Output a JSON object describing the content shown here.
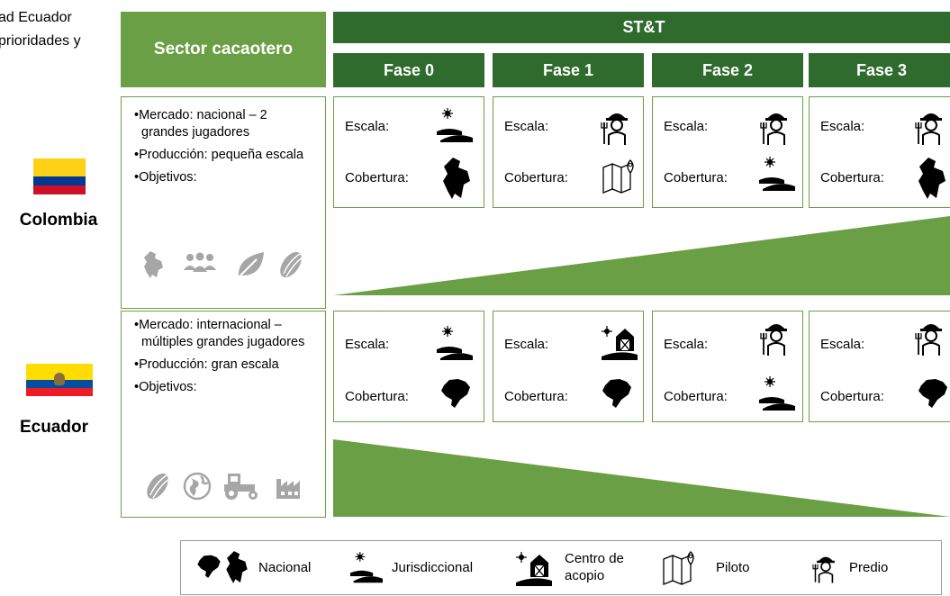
{
  "title_fragments": [
    "ad Ecuador",
    "prioridades y"
  ],
  "sector_header": "Sector cacaotero",
  "stt_header": "ST&T",
  "phases": [
    "Fase 0",
    "Fase 1",
    "Fase 2",
    "Fase 3"
  ],
  "row_labels": {
    "escala": "Escala:",
    "cobertura": "Cobertura:"
  },
  "countries": [
    {
      "name": "Colombia",
      "bullets": [
        "Mercado: nacional – 2 grandes jugadores",
        "Producción: pequeña escala",
        "Objetivos:"
      ],
      "objective_icons": [
        "colombia-map-icon",
        "people-group-icon",
        "leaf-icon",
        "cacao-pod-icon"
      ],
      "phases": [
        {
          "escala": "jurisdiccional-icon",
          "cobertura": "nacional-colombia-icon"
        },
        {
          "escala": "predio-icon",
          "cobertura": "piloto-icon"
        },
        {
          "escala": "predio-icon",
          "cobertura": "jurisdiccional-icon"
        },
        {
          "escala": "predio-icon",
          "cobertura": "nacional-colombia-icon"
        }
      ],
      "trend": "increasing",
      "flag_colors": [
        "#fcd116",
        "#003893",
        "#ce1126"
      ]
    },
    {
      "name": "Ecuador",
      "bullets": [
        "Mercado: internacional – múltiples grandes jugadores",
        "Producción: gran escala",
        "Objetivos:"
      ],
      "objective_icons": [
        "cacao-pod-icon",
        "globe-icon",
        "tractor-icon",
        "factory-icon"
      ],
      "phases": [
        {
          "escala": "jurisdiccional-icon",
          "cobertura": "nacional-ecuador-icon"
        },
        {
          "escala": "centro-acopio-icon",
          "cobertura": "nacional-ecuador-icon"
        },
        {
          "escala": "predio-icon",
          "cobertura": "jurisdiccional-icon"
        },
        {
          "escala": "predio-icon",
          "cobertura": "nacional-ecuador-icon"
        }
      ],
      "trend": "decreasing",
      "flag_colors": [
        "#ffdd00",
        "#034ea2",
        "#ed1c24"
      ]
    }
  ],
  "legend": [
    {
      "icon": "nacional-icon",
      "label": "Nacional"
    },
    {
      "icon": "jurisdiccional-icon",
      "label": "Jurisdiccional"
    },
    {
      "icon": "centro-acopio-icon",
      "label": "Centro de acopio"
    },
    {
      "icon": "piloto-icon",
      "label": "Piloto"
    },
    {
      "icon": "predio-icon",
      "label": "Predio"
    }
  ],
  "colors": {
    "light_green": "#6a9f45",
    "dark_green": "#2f6b2c",
    "icon_grey": "#a6a6a6"
  }
}
